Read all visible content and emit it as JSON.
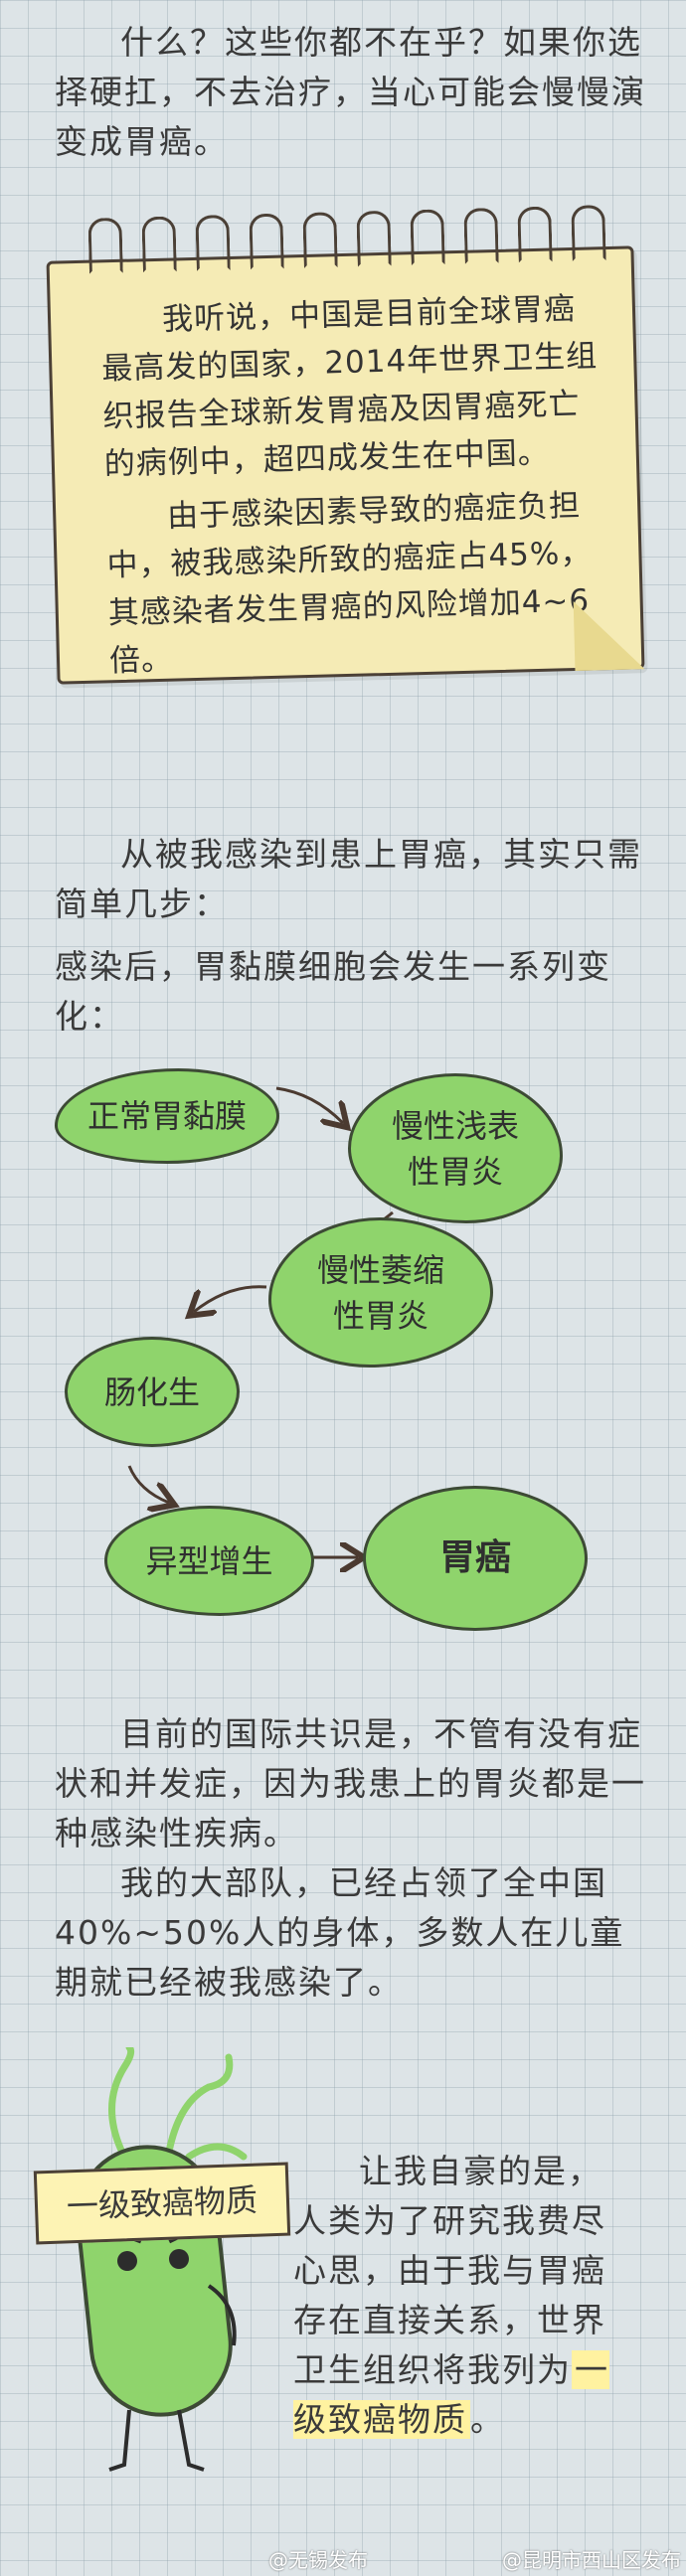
{
  "intro": {
    "text": "什么？这些你都不在乎？如果你选择硬扛，不去治疗，当心可能会慢慢演变成胃癌。"
  },
  "note": {
    "p1": "我听说，中国是目前全球胃癌最高发的国家，2014年世界卫生组织报告全球新发胃癌及因胃癌死亡的病例中，超四成发生在中国。",
    "p2": "由于感染因素导致的癌症负担中，被我感染所致的癌症占45%，其感染者发生胃癌的风险增加4~6倍。"
  },
  "steps_intro": "从被我感染到患上胃癌，其实只需简单几步：",
  "steps_sub": "感染后，胃黏膜细胞会发生一系列变化：",
  "flow": {
    "n1": "正常胃黏膜",
    "n2_line1": "慢性浅表",
    "n2_line2": "性胃炎",
    "n3_line1": "慢性萎缩",
    "n3_line2": "性胃炎",
    "n4": "肠化生",
    "n5": "异型增生",
    "n6": "胃癌"
  },
  "consensus": "目前的国际共识是，不管有没有症状和并发症，因为我患上的胃炎都是一种感染性疾病。",
  "majority": "我的大部队，已经占领了全中国40%~50%人的身体，多数人在儿童期就已经被我感染了。",
  "pride": {
    "text_before": "让我自豪的是，人类为了研究我费尽心思，由于我与胃癌存在直接关系，世界卫生组织将我列为",
    "highlight": "一级致癌物质",
    "suffix": "。"
  },
  "tag": "一级致癌物质",
  "watermark": {
    "left": "@无锡发布",
    "right": "@昆明市西山区发布"
  },
  "colors": {
    "blob": "#8fd46c",
    "note": "#f5ebb5",
    "background": "#dde4e7"
  }
}
